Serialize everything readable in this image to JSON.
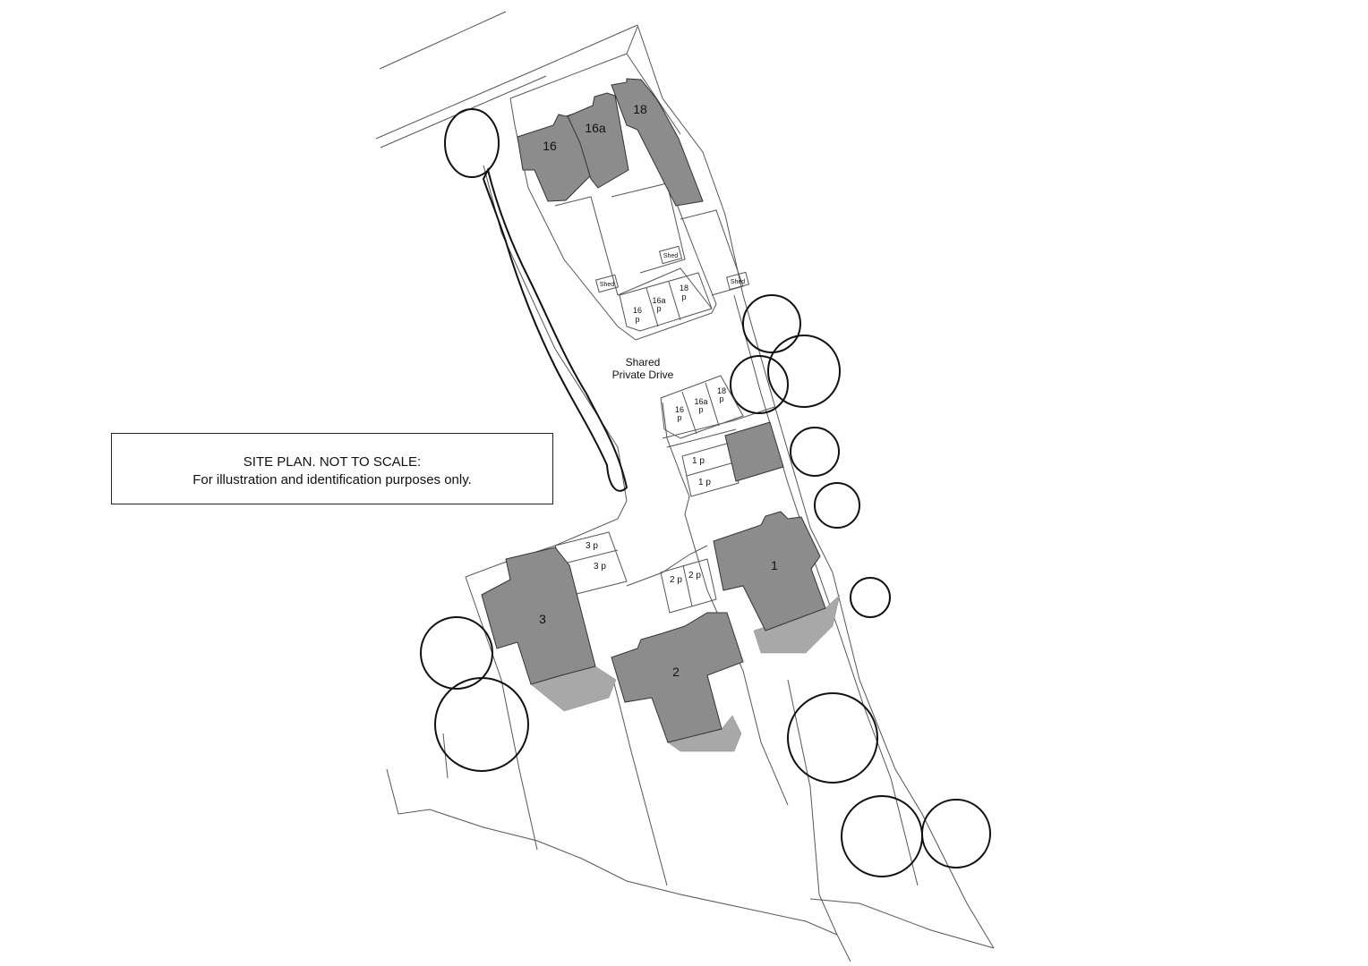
{
  "notice": {
    "line1": "SITE PLAN. NOT TO SCALE:",
    "line2": "For illustration and identification purposes only."
  },
  "drive": {
    "line1": "Shared",
    "line2": "Private Drive"
  },
  "houses": [
    {
      "id": "16",
      "label": "16"
    },
    {
      "id": "16a",
      "label": "16a"
    },
    {
      "id": "18",
      "label": "18"
    },
    {
      "id": "1",
      "label": "1"
    },
    {
      "id": "2",
      "label": "2"
    },
    {
      "id": "3",
      "label": "3"
    }
  ],
  "sheds": [
    "Shed",
    "Shed",
    "Shed"
  ],
  "parking_north": [
    {
      "house": "16",
      "mark": "p"
    },
    {
      "house": "16a",
      "mark": "p"
    },
    {
      "house": "18",
      "mark": "p"
    }
  ],
  "parking_mid": [
    {
      "house": "16",
      "mark": "p"
    },
    {
      "house": "16a",
      "mark": "p"
    },
    {
      "house": "18",
      "mark": "p"
    }
  ],
  "parking_spaces": [
    "1 p",
    "1 p",
    "3 p",
    "3 p",
    "2 p",
    "2 p"
  ],
  "colors": {
    "building": "#8c8c8c",
    "shadow": "#a8a8a8",
    "line": "#555555"
  }
}
